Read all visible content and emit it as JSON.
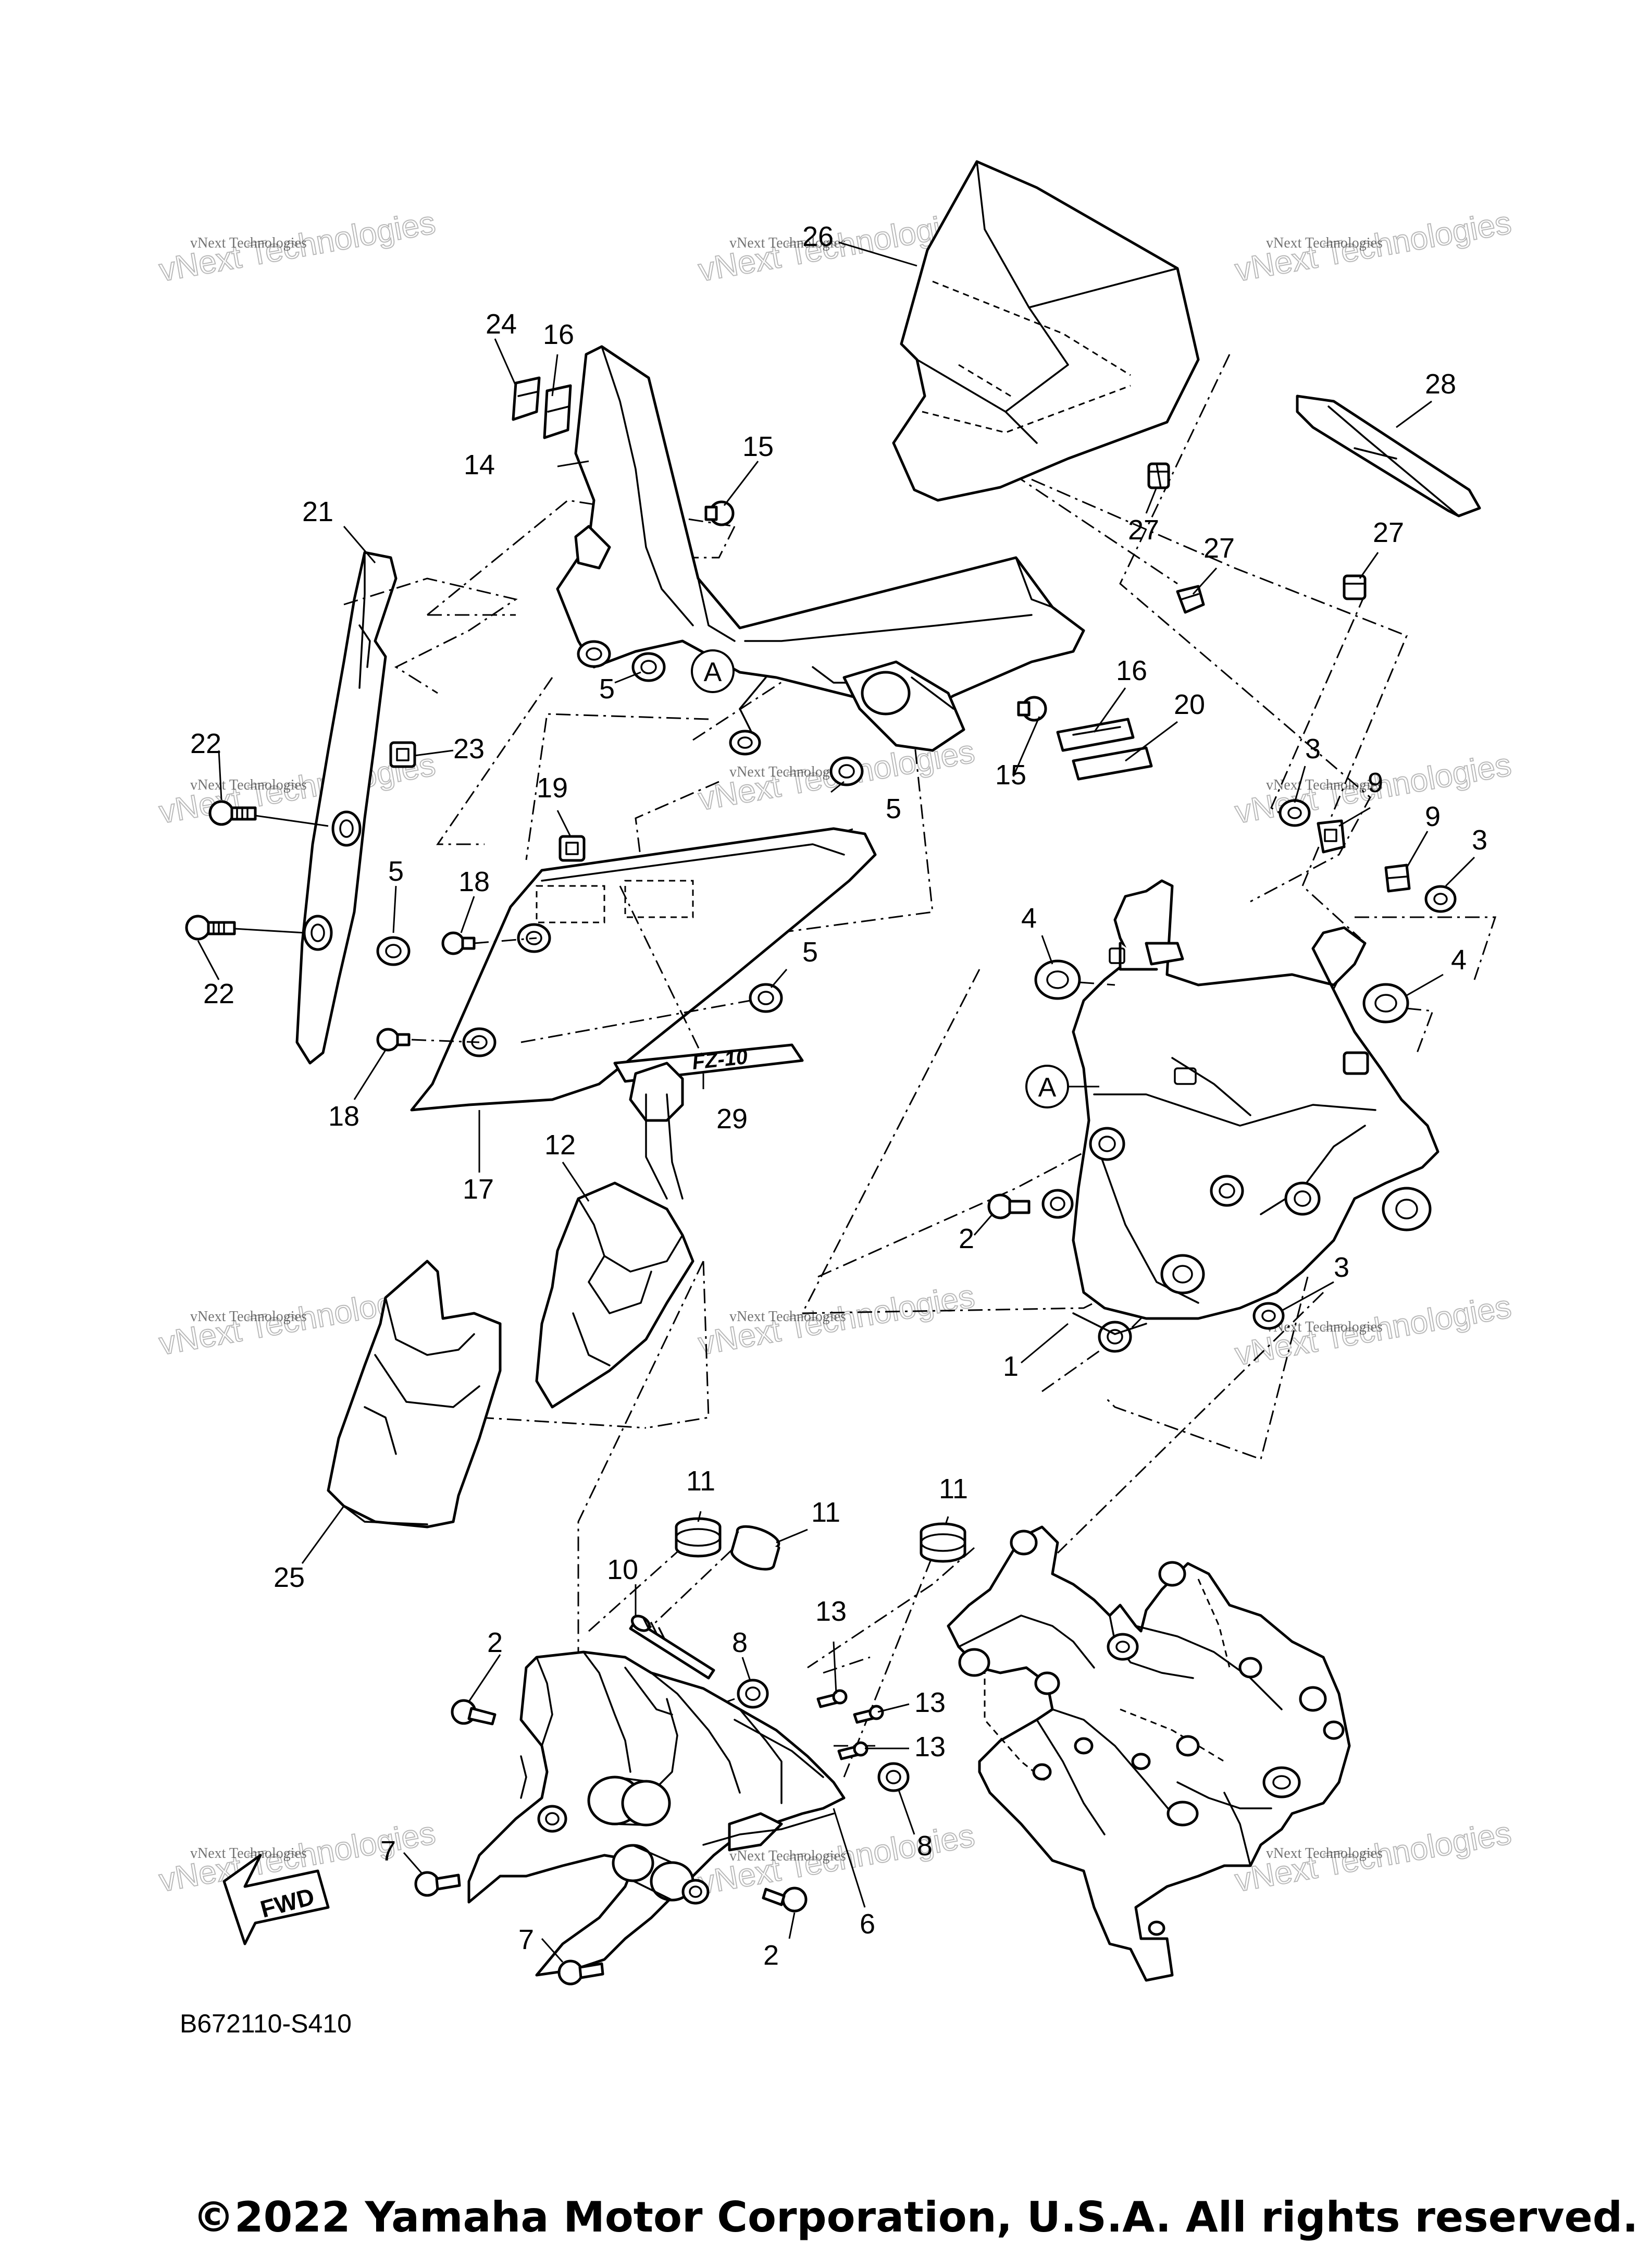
{
  "diagram_code": "B672110-S410",
  "copyright": "©2022 Yamaha Motor Corporation, U.S.A. All rights reserved.",
  "watermark": {
    "small": "vNext Technologies",
    "large": "vNext Technologies"
  },
  "fwd_label": "FWD",
  "emblem_text": "FZ-10",
  "callout_letter": "A",
  "part_numbers": {
    "p1": "1",
    "p2a": "2",
    "p2b": "2",
    "p2c": "2",
    "p3a": "3",
    "p3b": "3",
    "p3c": "3",
    "p4a": "4",
    "p4b": "4",
    "p5a": "5",
    "p5b": "5",
    "p5c": "5",
    "p5d": "5",
    "p6": "6",
    "p7a": "7",
    "p7b": "7",
    "p8a": "8",
    "p8b": "8",
    "p9a": "9",
    "p9b": "9",
    "p10": "10",
    "p11a": "11",
    "p11b": "11",
    "p11c": "11",
    "p12": "12",
    "p13a": "13",
    "p13b": "13",
    "p13c": "13",
    "p14": "14",
    "p15a": "15",
    "p15b": "15",
    "p16a": "16",
    "p16b": "16",
    "p17": "17",
    "p18a": "18",
    "p18b": "18",
    "p19": "19",
    "p20": "20",
    "p21": "21",
    "p22a": "22",
    "p22b": "22",
    "p23": "23",
    "p24": "24",
    "p25": "25",
    "p26": "26",
    "p27a": "27",
    "p27b": "27",
    "p27c": "27",
    "p28": "28",
    "p29": "29"
  }
}
